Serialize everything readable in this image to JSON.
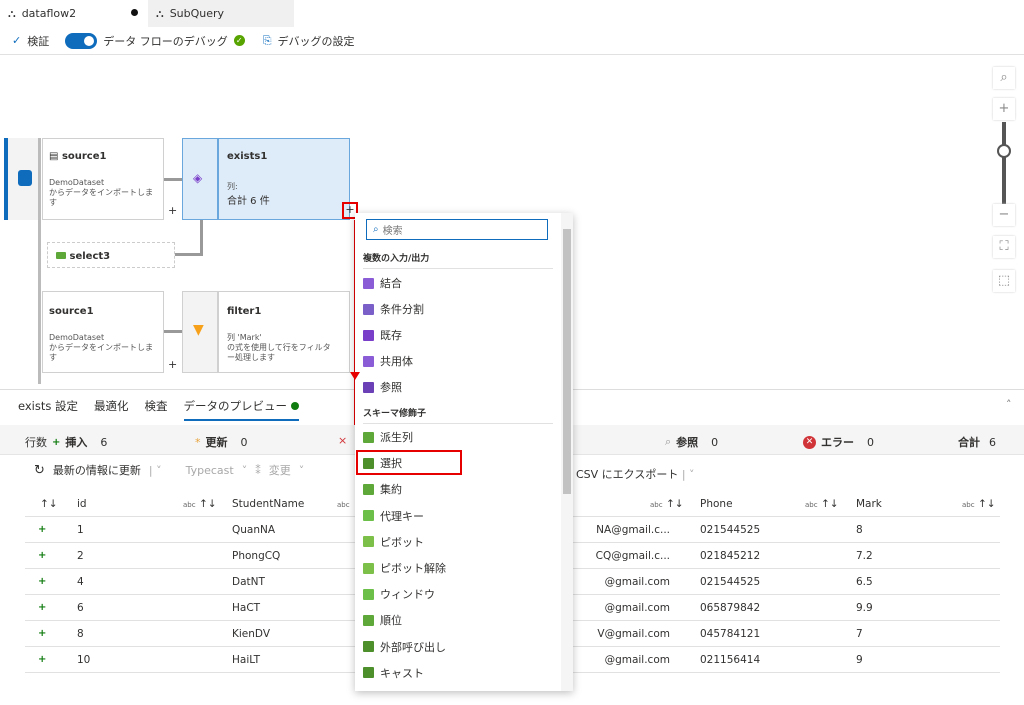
{
  "tabs": [
    {
      "label": "dataflow2",
      "unsaved": true
    },
    {
      "label": "SubQuery"
    }
  ],
  "toolbar": {
    "validate": "検証",
    "debug": "データ フローのデバッグ",
    "debug_settings": "デバッグの設定"
  },
  "nodes": {
    "source1a": {
      "title": "source1",
      "desc1": "DemoDataset",
      "desc2": "からデータをインポートしま",
      "desc3": "す"
    },
    "exists1": {
      "title": "exists1",
      "label": "列:",
      "value": "合計 6 件"
    },
    "select3": {
      "title": "select3"
    },
    "source1b": {
      "title": "source1",
      "desc1": "DemoDataset",
      "desc2": "からデータをインポートしま",
      "desc3": "す"
    },
    "filter1": {
      "title": "filter1",
      "desc1": "列 'Mark'",
      "desc2": "の式を使用して行をフィルタ",
      "desc3": "ー処理します"
    }
  },
  "menu": {
    "search_placeholder": "検索",
    "section1": "複数の入力/出力",
    "items1": [
      "結合",
      "条件分割",
      "既存",
      "共用体",
      "参照"
    ],
    "section2": "スキーマ修飾子",
    "items2": [
      "派生列",
      "選択",
      "集約",
      "代理キー",
      "ピボット",
      "ピボット解除",
      "ウィンドウ",
      "順位",
      "外部呼び出し",
      "キャスト"
    ]
  },
  "panel": {
    "tabs": [
      "exists 設定",
      "最適化",
      "検査",
      "データのプレビュー"
    ],
    "stats": {
      "rows": "行数",
      "insert": "挿入",
      "insert_n": "6",
      "update": "更新",
      "update_n": "0",
      "delete_mark": "×",
      "lookup": "参照",
      "lookup_n": "0",
      "error": "エラー",
      "error_n": "0",
      "total": "合計",
      "total_n": "6"
    },
    "tools": {
      "refresh": "最新の情報に更新",
      "typecast": "Typecast",
      "modify": "変更",
      "export": "CSV にエクスポート"
    },
    "columns": {
      "abc": "abc",
      "id": "id",
      "name": "StudentName",
      "phone": "Phone",
      "mark": "Mark"
    },
    "rows": [
      {
        "id": "1",
        "name": "QuanNA",
        "email": "NA@gmail.c...",
        "phone": "021544525",
        "mark": "8"
      },
      {
        "id": "2",
        "name": "PhongCQ",
        "email": "CQ@gmail.c...",
        "phone": "021845212",
        "mark": "7.2"
      },
      {
        "id": "4",
        "name": "DatNT",
        "email": "@gmail.com",
        "phone": "021544525",
        "mark": "6.5"
      },
      {
        "id": "6",
        "name": "HaCT",
        "email": "@gmail.com",
        "phone": "065879842",
        "mark": "9.9"
      },
      {
        "id": "8",
        "name": "KienDV",
        "email": "V@gmail.com",
        "phone": "045784121",
        "mark": "7"
      },
      {
        "id": "10",
        "name": "HaiLT",
        "email": "@gmail.com",
        "phone": "021156414",
        "mark": "9"
      }
    ]
  },
  "colors": {
    "accent": "#0f6cbd",
    "highlight": "#e60000",
    "ok": "#57a300"
  }
}
